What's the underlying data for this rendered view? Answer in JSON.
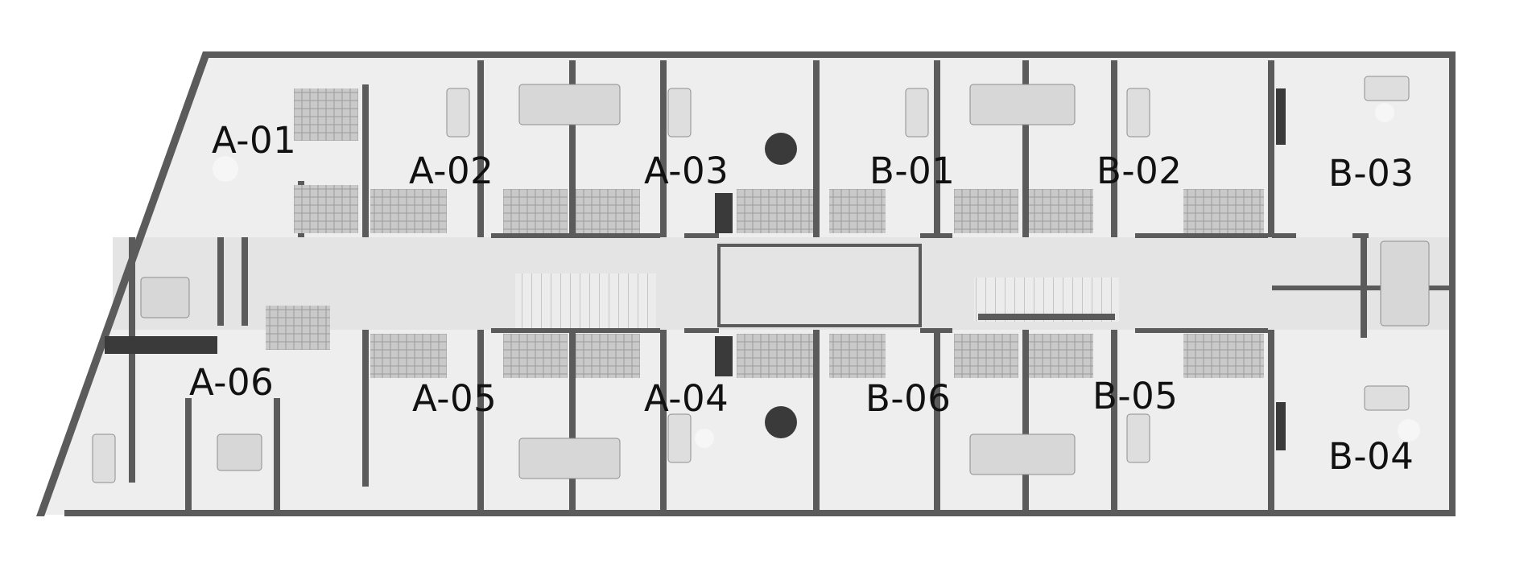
{
  "floor_plan": {
    "colors": {
      "background": "#ffffff",
      "floor": "#eeeeee",
      "walls": "#5b5b5b",
      "corridor": "#e4e4e4",
      "tile": "#bdbdbd",
      "furniture": "#d7d7d7",
      "dark_furniture": "#3a3a3a",
      "label": "#111111"
    },
    "units": [
      {
        "id": "A-01"
      },
      {
        "id": "A-02"
      },
      {
        "id": "A-03"
      },
      {
        "id": "B-01"
      },
      {
        "id": "B-02"
      },
      {
        "id": "B-03"
      },
      {
        "id": "A-06"
      },
      {
        "id": "A-05"
      },
      {
        "id": "A-04"
      },
      {
        "id": "B-06"
      },
      {
        "id": "B-05"
      },
      {
        "id": "B-04"
      }
    ]
  }
}
